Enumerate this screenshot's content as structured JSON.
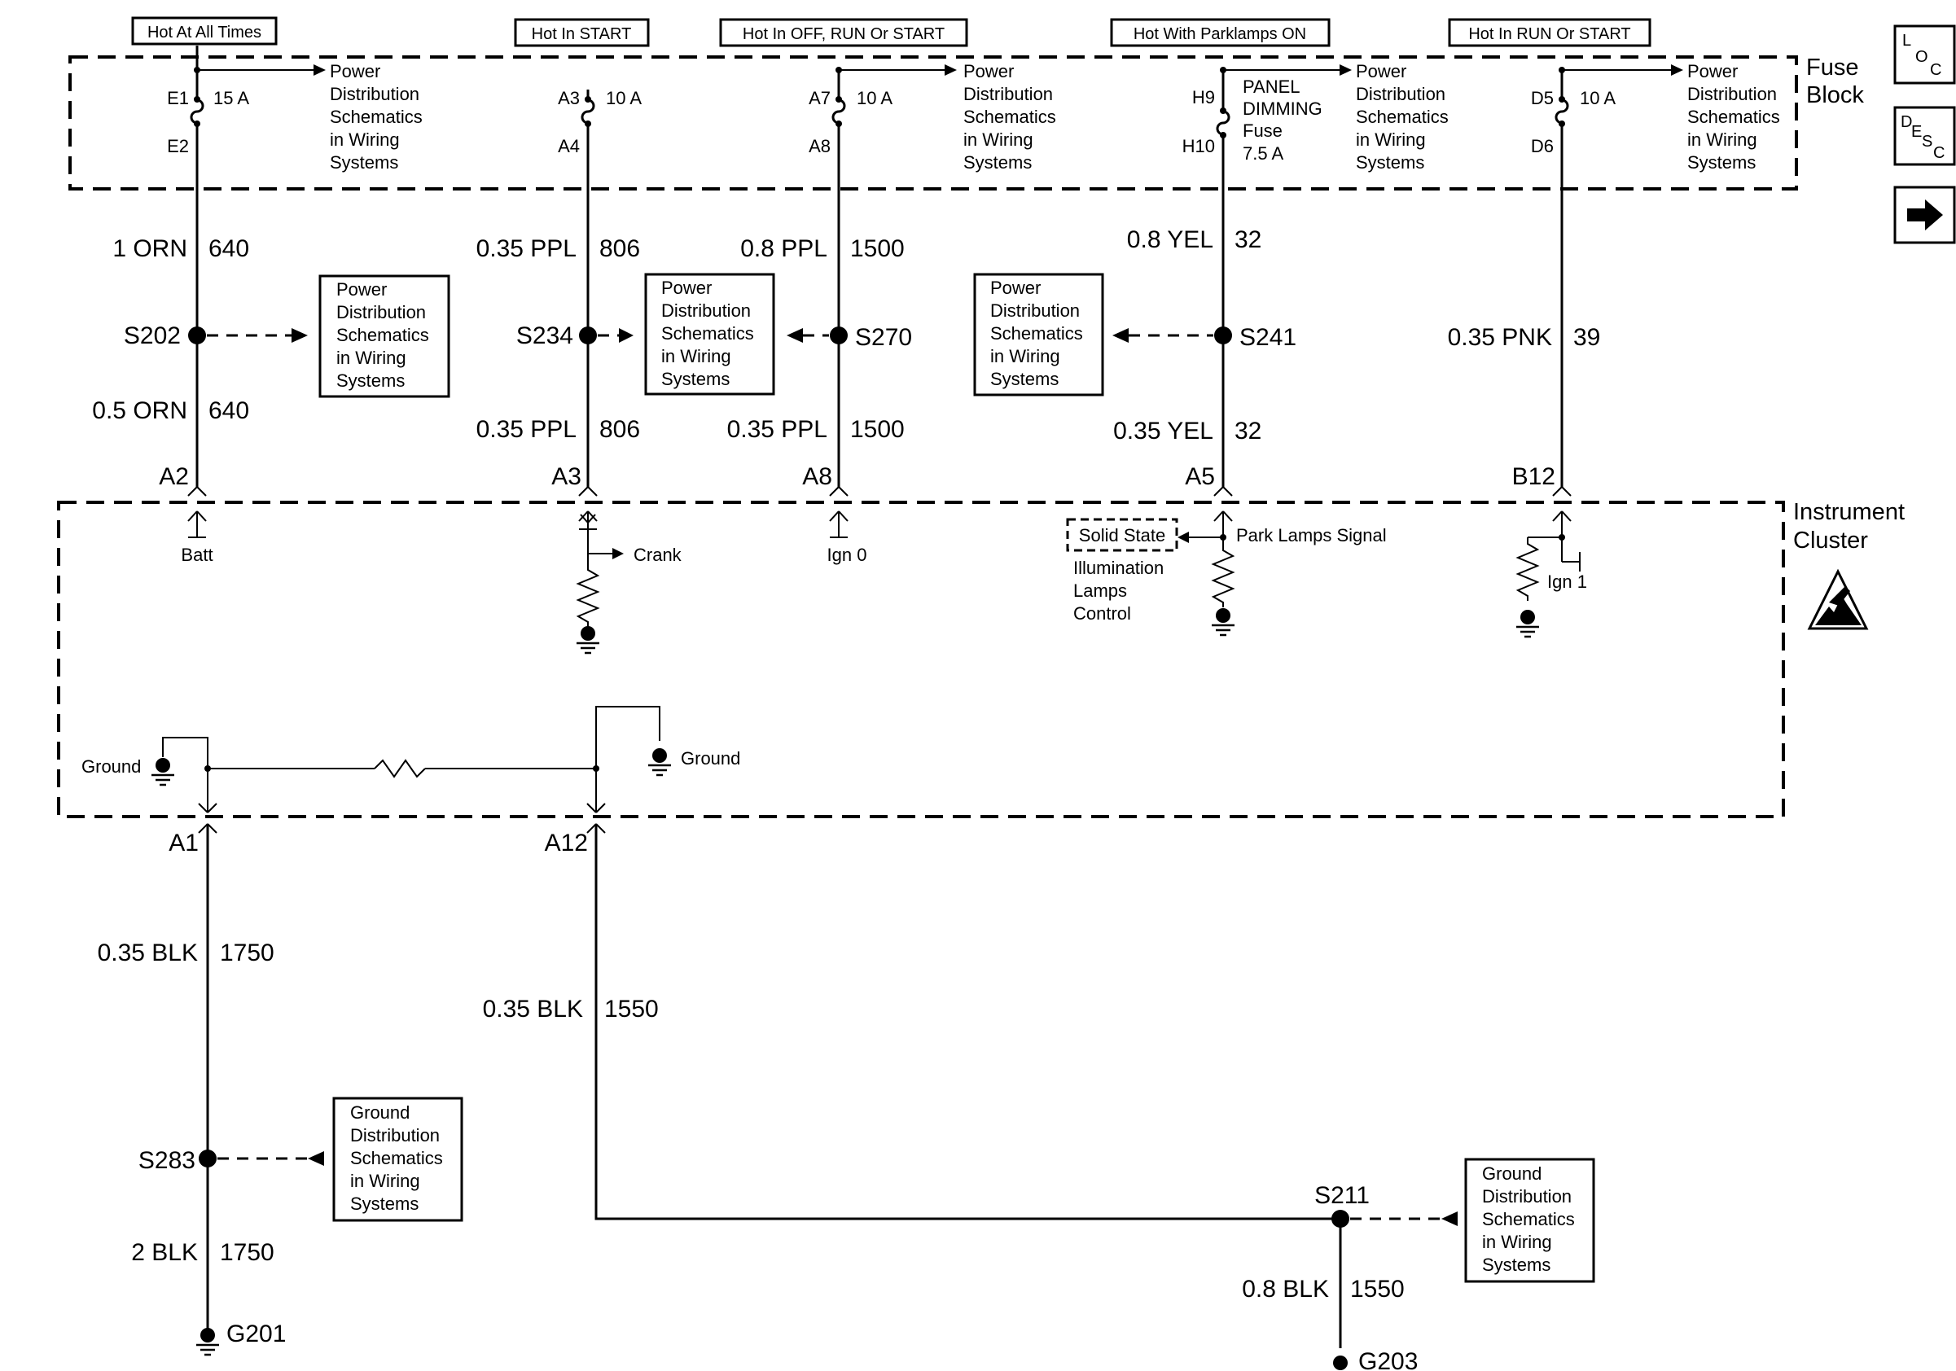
{
  "power_labels": [
    "Hot At All Times",
    "Hot In START",
    "Hot In OFF, RUN Or START",
    "Hot With Parklamps ON",
    "Hot In RUN Or START"
  ],
  "sections": {
    "fuse_block": [
      "Fuse",
      "Block"
    ],
    "instrument_cluster": [
      "Instrument",
      "Cluster"
    ]
  },
  "nav": {
    "loc": [
      "L",
      "O",
      "C"
    ],
    "desc": [
      "D",
      "E",
      "S",
      "C"
    ]
  },
  "fuses": [
    {
      "top": "E1",
      "bottom": "E2",
      "rating": [
        "15 A"
      ]
    },
    {
      "top": "A3",
      "bottom": "A4",
      "rating": [
        "10 A"
      ]
    },
    {
      "top": "A7",
      "bottom": "A8",
      "rating": [
        "10 A"
      ]
    },
    {
      "top": "H9",
      "bottom": "H10",
      "rating": [
        "PANEL",
        "DIMMING",
        "Fuse",
        "7.5 A"
      ]
    },
    {
      "top": "D5",
      "bottom": "D6",
      "rating": [
        "10 A"
      ]
    }
  ],
  "ref_text": {
    "power": [
      "Power",
      "Distribution",
      "Schematics",
      "in Wiring",
      "Systems"
    ],
    "ground": [
      "Ground",
      "Distribution",
      "Schematics",
      "in Wiring",
      "Systems"
    ]
  },
  "wires": {
    "c1_upper": {
      "gauge": "1 ORN",
      "circuit": "640"
    },
    "c1_lower": {
      "gauge": "0.5 ORN",
      "circuit": "640"
    },
    "c2_upper": {
      "gauge": "0.35 PPL",
      "circuit": "806"
    },
    "c2_lower": {
      "gauge": "0.35 PPL",
      "circuit": "806"
    },
    "c3_upper": {
      "gauge": "0.8 PPL",
      "circuit": "1500"
    },
    "c3_lower": {
      "gauge": "0.35 PPL",
      "circuit": "1500"
    },
    "c4_upper": {
      "gauge": "0.8 YEL",
      "circuit": "32"
    },
    "c4_lower": {
      "gauge": "0.35 YEL",
      "circuit": "32"
    },
    "c5": {
      "gauge": "0.35 PNK",
      "circuit": "39"
    },
    "g1_upper": {
      "gauge": "0.35 BLK",
      "circuit": "1750"
    },
    "g1_lower": {
      "gauge": "2 BLK",
      "circuit": "1750"
    },
    "g2_upper": {
      "gauge": "0.35 BLK",
      "circuit": "1550"
    },
    "g2_lower": {
      "gauge": "0.8 BLK",
      "circuit": "1550"
    }
  },
  "splices": {
    "s202": "S202",
    "s234": "S234",
    "s270": "S270",
    "s241": "S241",
    "s283": "S283",
    "s211": "S211"
  },
  "connectors": {
    "a2": "A2",
    "a3": "A3",
    "a8": "A8",
    "a5": "A5",
    "b12": "B12",
    "a1": "A1",
    "a12": "A12"
  },
  "internal": {
    "batt": "Batt",
    "crank": "Crank",
    "ign0": "Ign 0",
    "solid_state": "Solid State",
    "illum": [
      "Illumination",
      "Lamps",
      "Control"
    ],
    "park_signal": "Park Lamps Signal",
    "ign1": "Ign 1",
    "ground": "Ground"
  },
  "grounds": {
    "g201": "G201",
    "g203": "G203"
  }
}
